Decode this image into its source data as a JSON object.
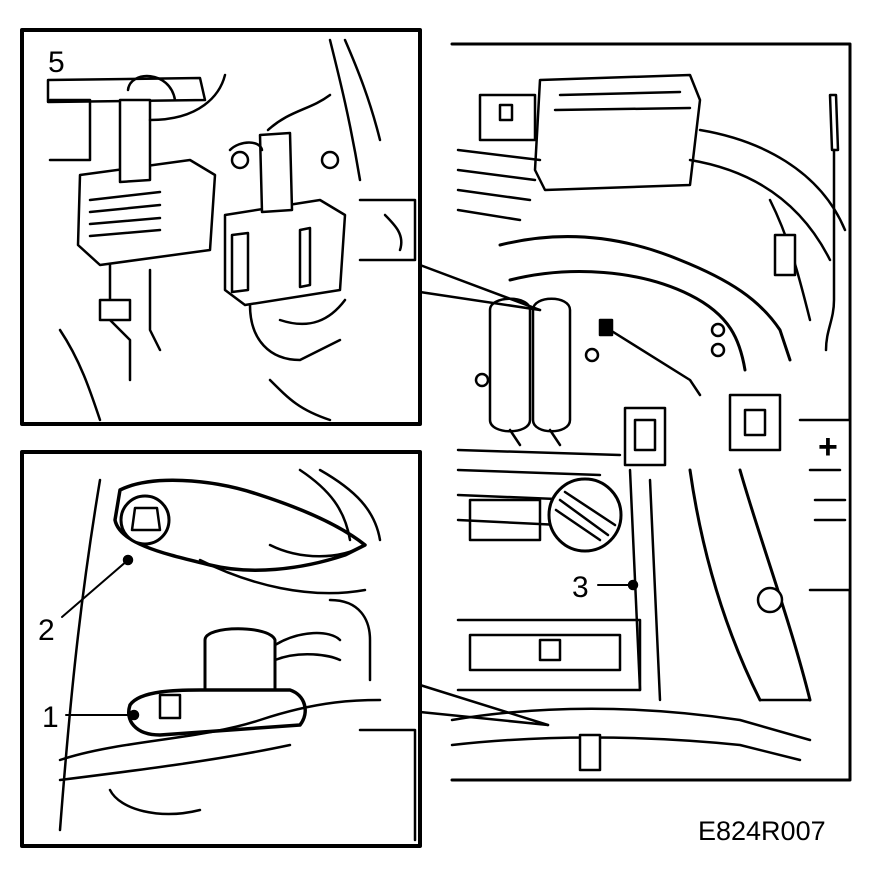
{
  "figure": {
    "code": "E824R007",
    "callouts": {
      "one": "1",
      "two": "2",
      "three": "3",
      "five": "5"
    },
    "battery_symbol": "+"
  },
  "colors": {
    "line": "#000000",
    "background": "#ffffff"
  }
}
